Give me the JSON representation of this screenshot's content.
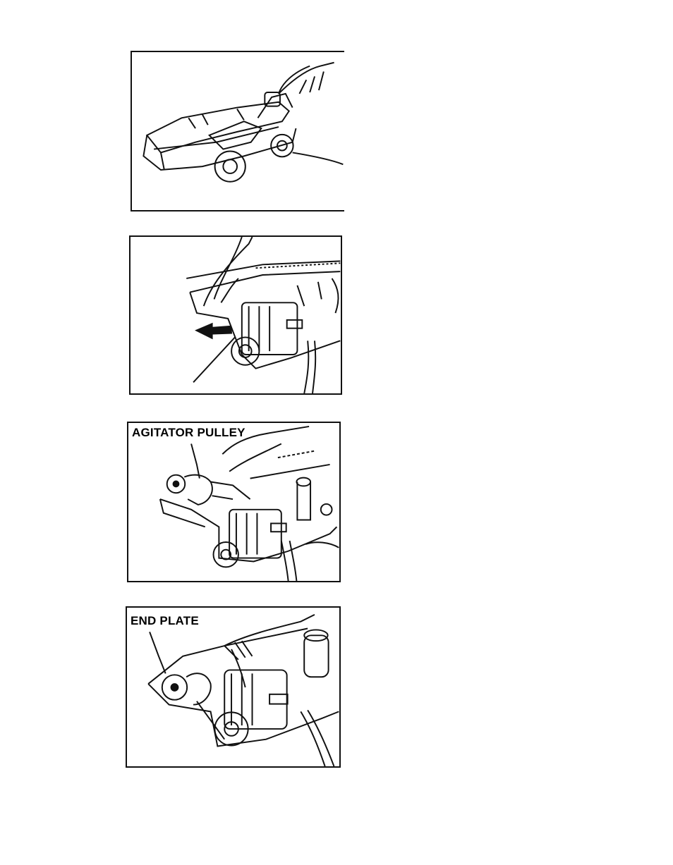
{
  "page": {
    "background": "#ffffff",
    "ink": "#111111"
  },
  "figures": [
    {
      "id": "fig1",
      "icon": "hand-lifting-cover-illustration",
      "label": ""
    },
    {
      "id": "fig2",
      "icon": "hand-removing-belt-illustration",
      "label": ""
    },
    {
      "id": "fig3",
      "icon": "agitator-pulley-illustration",
      "label": "AGITATOR PULLEY"
    },
    {
      "id": "fig4",
      "icon": "end-plate-illustration",
      "label": "END PLATE"
    }
  ]
}
